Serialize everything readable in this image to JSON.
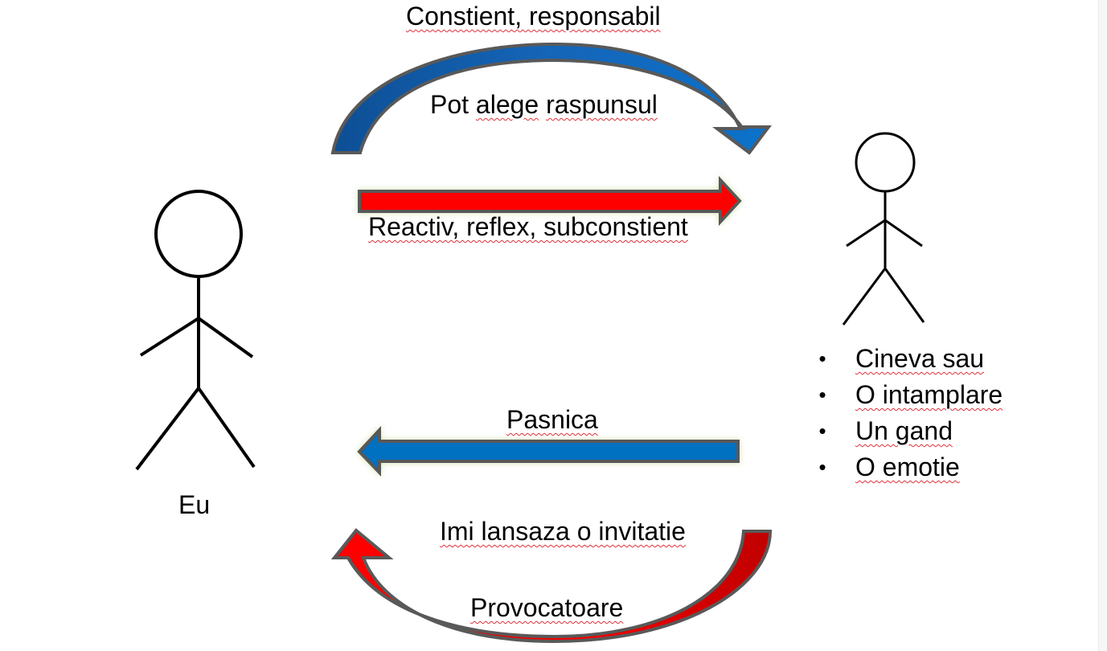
{
  "diagram": {
    "top_arc": {
      "label_above": "Constient, responsabil",
      "label_inside": "Pot alege raspunsul",
      "color": "#1565b8",
      "direction": "left-to-right"
    },
    "red_straight_arrow": {
      "label": "Reactiv, reflex, subconstient",
      "color": "#ff0000",
      "direction": "left-to-right"
    },
    "blue_straight_arrow": {
      "label": "Pasnica",
      "color": "#0070c0",
      "direction": "right-to-left"
    },
    "bottom_arc": {
      "label_above": "Imi lansaza o invitatie",
      "label_inside": "Provocatoare",
      "color": "#e00000",
      "direction": "right-to-left"
    },
    "left_figure": {
      "label": "Eu"
    },
    "right_figure": {
      "bullets": [
        "Cineva sau",
        "O intamplare",
        "Un gand",
        "O emotie"
      ],
      "bullet_glyph": "•"
    },
    "outline_color": "#595959"
  }
}
